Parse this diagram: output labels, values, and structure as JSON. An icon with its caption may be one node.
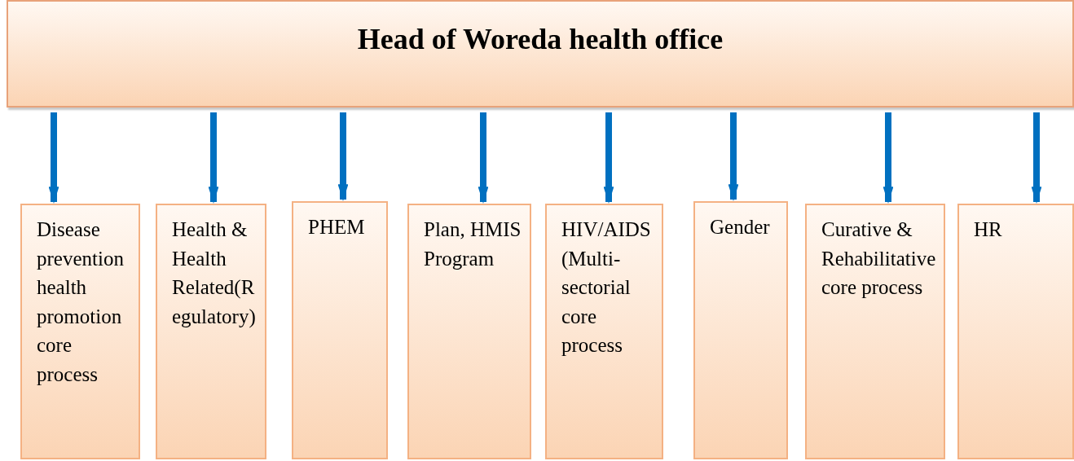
{
  "diagram": {
    "nodes": [
      {
        "text": [
          "Head of Woreda health office"
        ]
      },
      {
        "text": [
          "Disease prevention health promotion core process"
        ]
      },
      {
        "text": [
          "Health & Health Related(Regulatory)"
        ]
      },
      {
        "text": [
          "PHEM"
        ]
      },
      {
        "text": [
          "Plan, HMIS Program"
        ]
      },
      {
        "text": [
          "HIV/AIDS (Multi-sectorial core process"
        ]
      },
      {
        "text": [
          "Gender"
        ]
      },
      {
        "text": [
          "Curative & Rehabilitative core process"
        ]
      },
      {
        "text": [
          "HR"
        ]
      }
    ],
    "edges": [
      {
        "from": 0,
        "to": 1,
        "arrow": "to"
      },
      {
        "from": 0,
        "to": 2,
        "arrow": "to"
      },
      {
        "from": 0,
        "to": 3,
        "arrow": "to"
      },
      {
        "from": 0,
        "to": 4,
        "arrow": "to"
      },
      {
        "from": 0,
        "to": 5,
        "arrow": "to"
      },
      {
        "from": 0,
        "to": 6,
        "arrow": "to"
      },
      {
        "from": 0,
        "to": 7,
        "arrow": "to"
      },
      {
        "from": 0,
        "to": 8,
        "arrow": "to"
      }
    ]
  }
}
